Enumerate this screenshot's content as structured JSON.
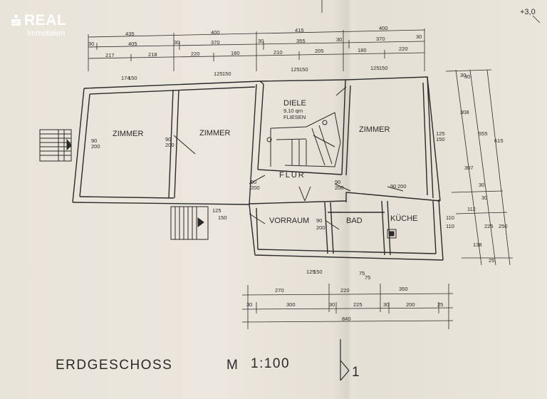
{
  "logo": {
    "brand": "REAL",
    "sub": "Immobilien"
  },
  "plan": {
    "title": "ERDGESCHOSS",
    "scale_label": "M",
    "scale_value": "1:100",
    "north_marker": "1",
    "corner_note": "+3,0",
    "rooms": {
      "zimmer_left": "ZIMMER",
      "zimmer_mid": "ZIMMER",
      "zimmer_right": "ZIMMER",
      "diele": "DIELE",
      "diele_note": "FLIESEN",
      "diele_area": "9,10 qm",
      "flur": "FLUR",
      "vorraum": "VORRAUM",
      "bad": "BAD",
      "kueche": "KÜCHE"
    },
    "top_dims": {
      "row1": [
        "435",
        "400",
        "415",
        "400"
      ],
      "row2": [
        "30",
        "405",
        "30",
        "370",
        "30",
        "355",
        "30",
        "370",
        "30"
      ],
      "row3": [
        "217",
        "218",
        "220",
        "180",
        "210",
        "205",
        "180",
        "220"
      ]
    },
    "right_dims": {
      "col1": [
        "30",
        "308",
        "30",
        "307",
        "30",
        "112",
        "138",
        "25"
      ],
      "col2": [
        "555",
        "30",
        "225"
      ],
      "col3": [
        "615",
        "250"
      ]
    },
    "bottom_dims": {
      "row1": [
        "270",
        "220",
        "350"
      ],
      "row2": [
        "30",
        "300",
        "30",
        "225",
        "30",
        "200",
        "25"
      ],
      "total": "840"
    },
    "openings": {
      "win_top_1": [
        "174",
        "150"
      ],
      "win_top_2": [
        "125",
        "150"
      ],
      "win_top_3": [
        "125",
        "150"
      ],
      "win_top_4": [
        "125",
        "150"
      ],
      "door_left": [
        "90",
        "200"
      ],
      "door_mid": [
        "90",
        "200"
      ],
      "door_flur_left": [
        "90",
        "200"
      ],
      "door_flur_right": [
        "90",
        "200"
      ],
      "door_kueche": [
        "90",
        "200"
      ],
      "win_right_1": [
        "125",
        "150"
      ],
      "win_right_2": [
        "110",
        "110"
      ],
      "win_entry": [
        "125",
        "150"
      ],
      "win_bottom_1": [
        "125",
        "150"
      ],
      "win_bottom_2": [
        "75",
        "75"
      ],
      "door_vorraum": [
        "90",
        "200"
      ]
    }
  }
}
